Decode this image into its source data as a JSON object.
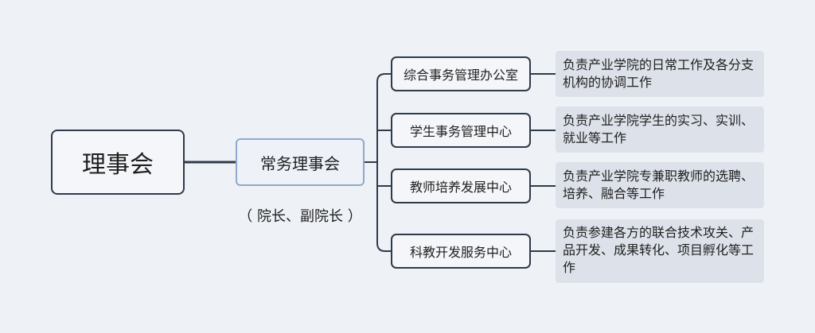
{
  "diagram": {
    "root": {
      "label": "理事会"
    },
    "center": {
      "label": "常务理事会",
      "caption": "（ 院长、副院长 ）"
    },
    "branches": [
      {
        "label": "综合事务管理办公室",
        "description": "负责产业学院的日常工作及各分支机构的协调工作"
      },
      {
        "label": "学生事务管理中心",
        "description": "负责产业学院学生的实习、实训、就业等工作"
      },
      {
        "label": "教师培养发展中心",
        "description": "负责产业学院专兼职教师的选聘、培养、融合等工作"
      },
      {
        "label": "科教开发服务中心",
        "description": "负责参建各方的联合技术攻关、产品开发、成果转化、项目孵化等工作"
      }
    ]
  },
  "colors": {
    "background": "#eef2f7",
    "node_border": "#2f3a4a",
    "center_border": "#8fa9cc",
    "description_fill": "#dde2ea"
  }
}
